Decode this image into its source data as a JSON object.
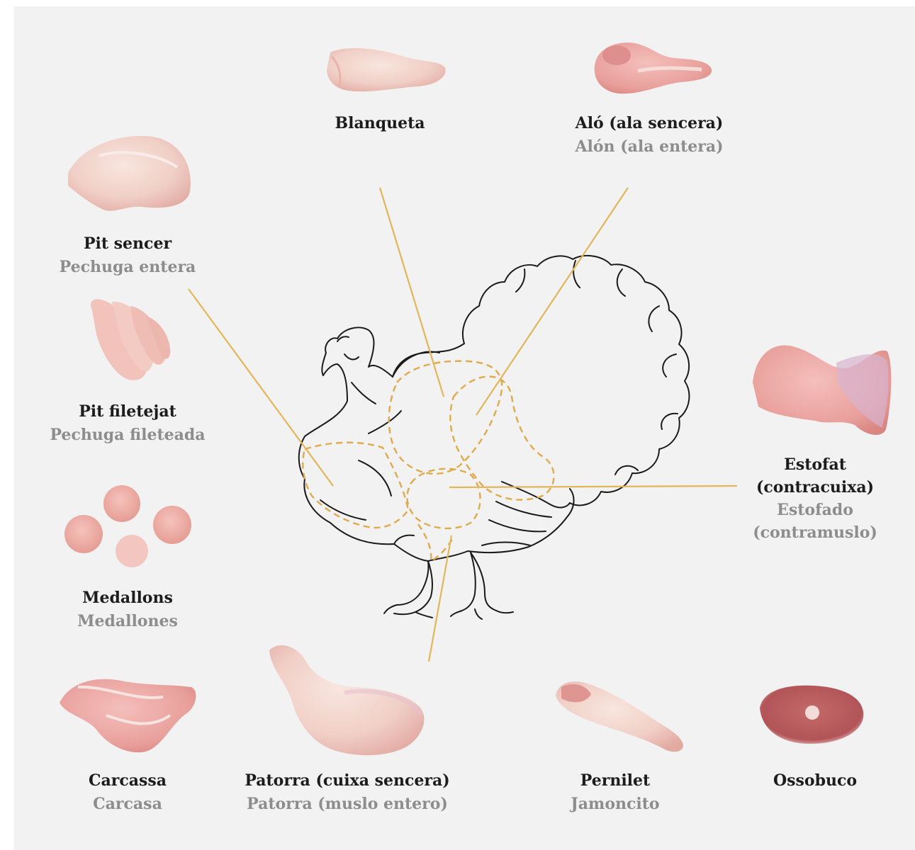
{
  "cuts": {
    "blanqueta": {
      "ca": "Blanqueta"
    },
    "alo": {
      "ca": "Aló (ala sencera)",
      "es": "Alón (ala entera)"
    },
    "pit_sencer": {
      "ca": "Pit sencer",
      "es": "Pechuga entera"
    },
    "pit_filetejat": {
      "ca": "Pit filetejat",
      "es": "Pechuga fileteada"
    },
    "medallons": {
      "ca": "Medallons",
      "es": "Medallones"
    },
    "estofat": {
      "ca1": "Estofat",
      "ca2": "(contracuixa)",
      "es1": "Estofado",
      "es2": "(contramuslo)"
    },
    "carcassa": {
      "ca": "Carcassa",
      "es": "Carcasa"
    },
    "patorra": {
      "ca": "Patorra (cuixa sencera)",
      "es": "Patorra (muslo entero)"
    },
    "pernilet": {
      "ca": "Pernilet",
      "es": "Jamoncito"
    },
    "ossobuco": {
      "ca": "Ossobuco"
    }
  },
  "colors": {
    "background": "#f2f2f2",
    "leader_line": "#e3b65a",
    "primary_text": "#1c1c1c",
    "secondary_text": "#8d8d8d",
    "raw_meat": "#e9a6a3"
  },
  "illustration": {
    "subject": "turkey-outline-icon",
    "cut_regions": [
      "breast",
      "wing",
      "thigh",
      "drumstick"
    ]
  }
}
